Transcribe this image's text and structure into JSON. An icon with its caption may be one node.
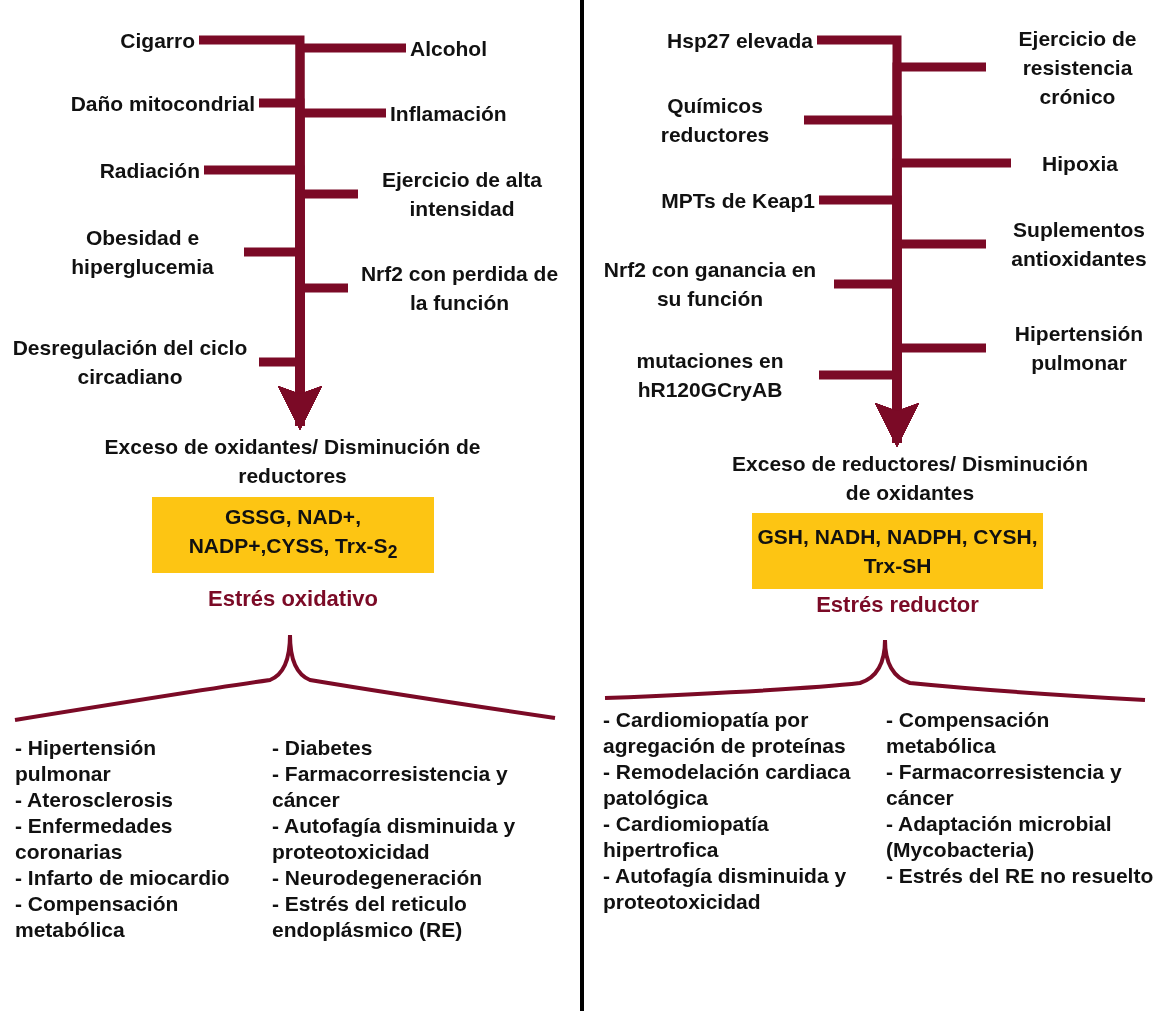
{
  "diagram": {
    "nodes": [
      {
        "text": [
          "Cigarro"
        ]
      },
      {
        "text": [
          "Alcohol"
        ]
      },
      {
        "text": [
          "Daño mitocondrial"
        ]
      },
      {
        "text": [
          "Inflamación"
        ]
      },
      {
        "text": [
          "Radiación"
        ]
      },
      {
        "text": [
          "Ejercicio de alta intensidad"
        ]
      },
      {
        "text": [
          "Obesidad e hiperglucemia"
        ]
      },
      {
        "text": [
          "Nrf2 con perdida de la función"
        ]
      },
      {
        "text": [
          "Desregulación del ciclo circadiano"
        ]
      },
      {
        "text": [
          "Exceso de oxidantes/ Disminución de reductores"
        ]
      },
      {
        "text": [
          "GSSG, NAD+, NADP+,CYSS, Trx-S$_{2}$"
        ]
      },
      {
        "text": [
          "Hsp27 elevada"
        ]
      },
      {
        "text": [
          "Ejercicio de resistencia crónico"
        ]
      },
      {
        "text": [
          "Químicos reductores"
        ]
      },
      {
        "text": [
          "Hipoxia"
        ]
      },
      {
        "text": [
          "MPTs de Keap1"
        ]
      },
      {
        "text": [
          "Suplementos antioxidantes"
        ]
      },
      {
        "text": [
          "Nrf2 con ganancia en su función"
        ]
      },
      {
        "text": [
          "Hipertensión pulmonar"
        ]
      },
      {
        "text": [
          "mutaciones en hR120GCryAB"
        ]
      },
      {
        "text": [
          "Exceso de reductores/ Disminución de oxidantes"
        ]
      },
      {
        "text": [
          "GSH, NADH, NADPH, CYSH, Trx-SH"
        ]
      }
    ],
    "edges": [
      {
        "from": 0,
        "to": 9,
        "arrow": "to"
      },
      {
        "from": 1,
        "to": 9,
        "arrow": "to"
      },
      {
        "from": 2,
        "to": 9,
        "arrow": "to"
      },
      {
        "from": 3,
        "to": 9,
        "arrow": "to"
      },
      {
        "from": 4,
        "to": 9,
        "arrow": "to"
      },
      {
        "from": 5,
        "to": 9,
        "arrow": "to"
      },
      {
        "from": 6,
        "to": 9,
        "arrow": "to"
      },
      {
        "from": 7,
        "to": 9,
        "arrow": "to"
      },
      {
        "from": 8,
        "to": 9,
        "arrow": "to"
      },
      {
        "from": 11,
        "to": 20,
        "arrow": "to"
      },
      {
        "from": 12,
        "to": 20,
        "arrow": "to"
      },
      {
        "from": 13,
        "to": 20,
        "arrow": "to"
      },
      {
        "from": 14,
        "to": 20,
        "arrow": "to"
      },
      {
        "from": 15,
        "to": 20,
        "arrow": "to"
      },
      {
        "from": 16,
        "to": 20,
        "arrow": "to"
      },
      {
        "from": 17,
        "to": 20,
        "arrow": "to"
      },
      {
        "from": 18,
        "to": 20,
        "arrow": "to"
      },
      {
        "from": 19,
        "to": 20,
        "arrow": "to"
      }
    ],
    "labels": [
      "Estrés oxidativo",
      "- Hipertensión pulmonar",
      "- Aterosclerosis",
      "- Enfermedades coronarias",
      "- Infarto de miocardio",
      "- Compensación metabólica",
      "- Diabetes",
      "- Farmacorresistencia y cáncer",
      "- Autofagía disminuida y proteotoxicidad",
      "- Neurodegeneración",
      "- Estrés del reticulo endoplásmico (RE)",
      "Estrés reductor",
      "- Cardiomiopatía por agregación de proteínas",
      "- Remodelación cardiaca patológica",
      "- Cardiomiopatía hipertrofica",
      "- Autofagía disminuida y proteotoxicidad",
      "- Compensación metabólica",
      "- Farmacorresistencia y cáncer",
      "- Adaptación microbial (Mycobacteria)",
      "- Estrés del RE no resuelto"
    ]
  }
}
